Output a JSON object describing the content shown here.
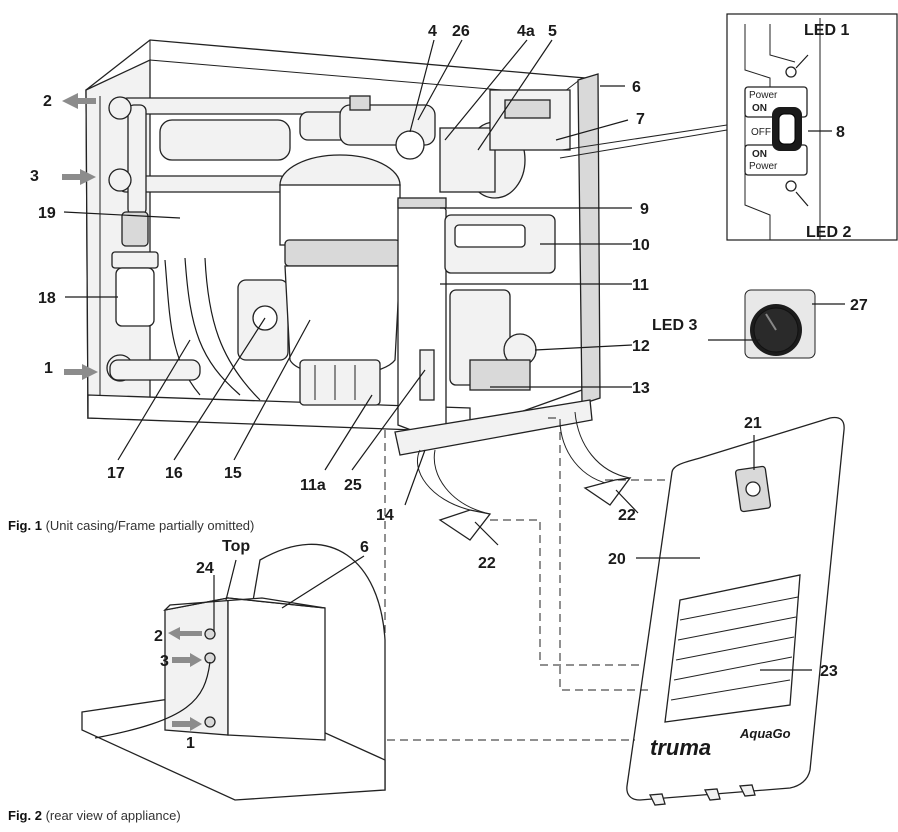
{
  "labels": {
    "l1": "1",
    "l2": "2",
    "l3": "3",
    "l4": "4",
    "l4a": "4a",
    "l5": "5",
    "l6": "6",
    "l7": "7",
    "l8": "8",
    "l9": "9",
    "l10": "10",
    "l11": "11",
    "l11a": "11a",
    "l12": "12",
    "l13": "13",
    "l14": "14",
    "l15": "15",
    "l16": "16",
    "l17": "17",
    "l18": "18",
    "l19": "19",
    "l20": "20",
    "l21": "21",
    "l22": "22",
    "l23": "23",
    "l24": "24",
    "l25": "25",
    "l26": "26",
    "l27": "27",
    "led1": "LED 1",
    "led2": "LED 2",
    "led3": "LED 3",
    "top": "Top"
  },
  "panel": {
    "power_top": "Power",
    "on_top": "ON",
    "off": "OFF",
    "on_bottom": "ON",
    "power_bottom": "Power"
  },
  "captions": {
    "fig1_label": "Fig. 1",
    "fig1_text": " (Unit casing/Frame partially omitted)",
    "fig2_label": "Fig. 2",
    "fig2_text": " (rear view of appliance)"
  },
  "brand": {
    "logo": "truma",
    "product": "AquaGo"
  },
  "colors": {
    "line": "#1a1a1a",
    "arrow": "#8c8c8c",
    "fill_light": "#f2f2f2",
    "knob": "#1c1c1c"
  }
}
